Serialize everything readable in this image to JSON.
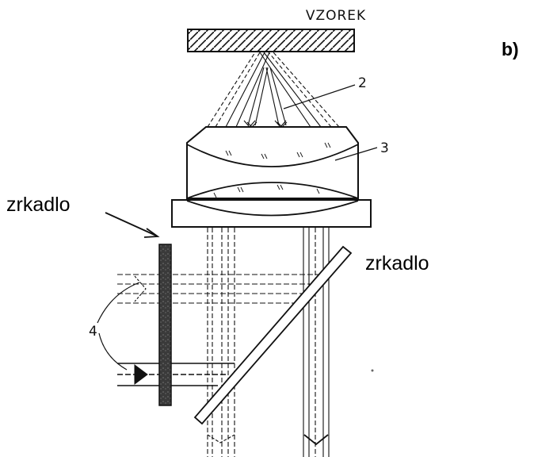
{
  "labels": {
    "sample": "VZOREK",
    "panel": "b)",
    "mirror_left": "zrkadlo",
    "mirror_right": "zrkadlo",
    "marker_2": "2",
    "marker_3": "3",
    "marker_4": "4"
  },
  "colors": {
    "ink": "#111111",
    "mirror_fill": "#333333",
    "paper": "#ffffff"
  }
}
